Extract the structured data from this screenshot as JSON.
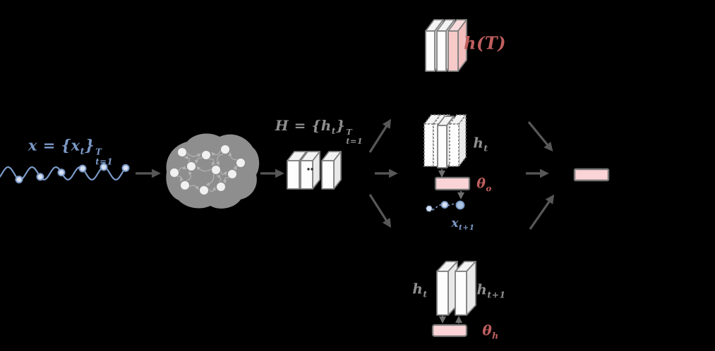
{
  "figure": {
    "kind": "reservoir-computing-diagram"
  },
  "colors": {
    "bg": "#000000",
    "blue": "#7b99c7",
    "blue-fill": "#d6e1f2",
    "blue-dark-fill": "#a9c2e2",
    "gray-label": "#8f8f8f",
    "red-label": "#c05f5f",
    "pink-fill": "#fbd4d7",
    "pink-border": "#757575",
    "arrow": "#575757",
    "arrow-small": "#6e6e6e",
    "blob": "#8e8e8e",
    "blob-node": "#f1f1f1",
    "blob-edge": "#b4b4b4",
    "slab-face": "#fdfdfd",
    "slab-top": "#f3f3f3",
    "slab-side": "#e9e9e9",
    "slab-stroke": "#7f7f7f",
    "pink-slab-face": "#f7caca",
    "pink-slab-top": "#fadbdb",
    "pink-slab-side": "#f3bebe",
    "ellipsis": "#2f2f2f"
  },
  "labels": {
    "input_series": {
      "text": "x = {x_t}_{t=1}^T",
      "color_key": "blue",
      "segments": [
        {
          "k": "i",
          "v": "x"
        },
        {
          "k": "n",
          "v": " = {"
        },
        {
          "k": "i",
          "v": "x"
        },
        {
          "k": "sub",
          "v": "t"
        },
        {
          "k": "n",
          "v": "}"
        },
        {
          "k": "stack",
          "sup": "T",
          "sub": "t=1"
        }
      ]
    },
    "hidden_states": {
      "text": "H = {h_t}_{t=1}^T",
      "color_key": "gray-label",
      "segments": [
        {
          "k": "i",
          "v": "H"
        },
        {
          "k": "n",
          "v": " = {"
        },
        {
          "k": "i",
          "v": "h"
        },
        {
          "k": "sub",
          "v": "t"
        },
        {
          "k": "n",
          "v": "}"
        },
        {
          "k": "stack",
          "sup": "T",
          "sub": "t=1"
        }
      ]
    },
    "final_state": {
      "text": "h(T)",
      "color_key": "red-label",
      "segments": [
        {
          "k": "i",
          "v": "h"
        },
        {
          "k": "n",
          "v": "("
        },
        {
          "k": "i",
          "v": "T"
        },
        {
          "k": "n",
          "v": ")"
        }
      ]
    },
    "hidden_state_t": {
      "text": "h_t",
      "color_key": "gray-label",
      "segments": [
        {
          "k": "i",
          "v": "h"
        },
        {
          "k": "sub",
          "v": "t"
        }
      ]
    },
    "output_params": {
      "text": "θ_o",
      "color_key": "red-label",
      "segments": [
        {
          "k": "i",
          "v": "θ"
        },
        {
          "k": "sub",
          "v": "o"
        }
      ]
    },
    "prediction": {
      "text": "x_t+1",
      "color_key": "blue",
      "segments": [
        {
          "k": "i",
          "v": "x"
        },
        {
          "k": "sub",
          "v": "t+1"
        }
      ]
    },
    "state_t": {
      "text": "h_t",
      "color_key": "gray-label",
      "segments": [
        {
          "k": "i",
          "v": "h"
        },
        {
          "k": "sub",
          "v": "t"
        }
      ]
    },
    "state_t_plus_1": {
      "text": "h_t+1",
      "color_key": "gray-label",
      "segments": [
        {
          "k": "i",
          "v": "h"
        },
        {
          "k": "sub",
          "v": "t+1"
        }
      ]
    },
    "hidden_params": {
      "text": "θ_h",
      "color_key": "red-label",
      "segments": [
        {
          "k": "i",
          "v": "θ"
        },
        {
          "k": "sub",
          "v": "h"
        }
      ]
    }
  }
}
